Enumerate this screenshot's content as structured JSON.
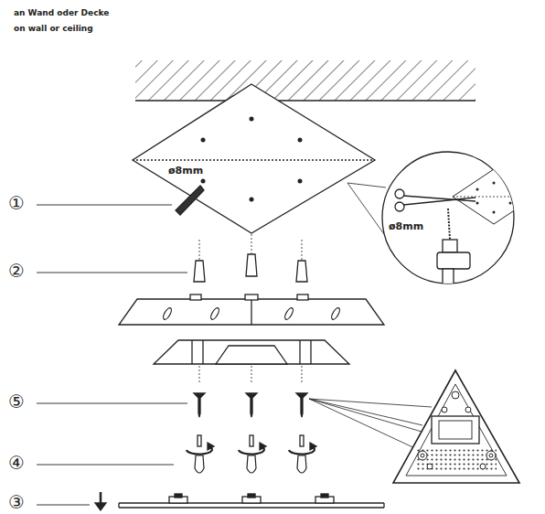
{
  "diagram": {
    "labels": [
      "an Wand oder Decke",
      "on wall or ceiling",
      "ø8mm",
      "ø8mm",
      "①",
      "②",
      "⑤",
      "④",
      "③"
    ]
  }
}
